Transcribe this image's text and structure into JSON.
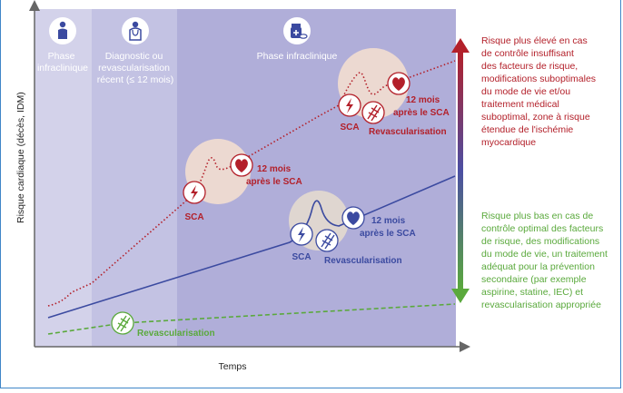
{
  "axes": {
    "y_label": "Risque cardiaque (décès, IDM)",
    "x_label": "Temps"
  },
  "phases": {
    "phase1_line1": "Phase",
    "phase1_line2": "infraclinique",
    "phase2_line1": "Diagnostic ou",
    "phase2_line2": "revascularisation",
    "phase2_line3": "récent (≤ 12 mois)",
    "phase3": "Phase infraclinique"
  },
  "red_path": {
    "sca1": "SCA",
    "after1_line1": "12 mois",
    "after1_line2": "après le SCA",
    "sca2": "SCA",
    "after2_line1": "12 mois",
    "after2_line2": "après le SCA",
    "revasc": "Revascularisation"
  },
  "blue_path": {
    "sca": "SCA",
    "after_line1": "12 mois",
    "after_line2": "après le SCA",
    "revasc": "Revascularisation"
  },
  "green_path": {
    "revasc": "Revascularisation"
  },
  "side_high": [
    "Risque plus élevé en cas",
    "de contrôle insuffisant",
    "des facteurs de risque,",
    "modifications suboptimales",
    "du mode de vie et/ou",
    "traitement médical",
    "suboptimal, zone à risque",
    "étendue de l'ischémie",
    "myocardique"
  ],
  "side_low": [
    "Risque plus bas en cas de",
    "contrôle optimal des facteurs",
    "de risque, des modifications",
    "du mode de vie, un traitement",
    "adéquat pour la prévention",
    "secondaire (par exemple",
    "aspirine, statine, IEC) et",
    "revascularisation appropriée"
  ],
  "icons": {
    "phase1": "person-icon",
    "phase2": "doctor-icon",
    "phase3": "medication-icon",
    "sca": "lightning-icon",
    "heart": "heart-icon",
    "stent": "stent-icon"
  },
  "colors": {
    "red": "#b3202a",
    "blue": "#3b4aa0",
    "green": "#5aa93c",
    "phase1_bg": "#d3d2ea",
    "phase2_bg": "#c3c2e3",
    "phase3_bg": "#b0aed9"
  }
}
